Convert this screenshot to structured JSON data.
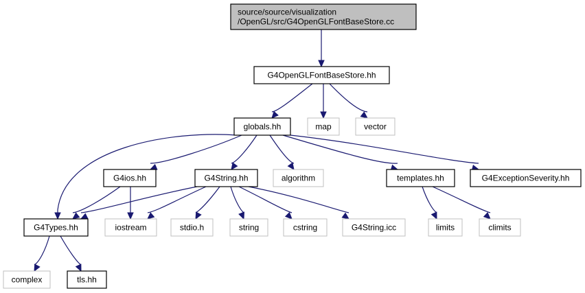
{
  "diagram": {
    "title": "",
    "nodes": [
      {
        "id": "root",
        "label_lines": [
          "source/source/visualization",
          "/OpenGL/src/G4OpenGLFontBaseStore.cc"
        ],
        "kind": "root"
      },
      {
        "id": "fontstore",
        "label_lines": [
          "G4OpenGLFontBaseStore.hh"
        ],
        "kind": "main"
      },
      {
        "id": "globals",
        "label_lines": [
          "globals.hh"
        ],
        "kind": "main"
      },
      {
        "id": "map",
        "label_lines": [
          "map"
        ],
        "kind": "system"
      },
      {
        "id": "vector",
        "label_lines": [
          "vector"
        ],
        "kind": "system"
      },
      {
        "id": "g4ios",
        "label_lines": [
          "G4ios.hh"
        ],
        "kind": "main"
      },
      {
        "id": "g4string",
        "label_lines": [
          "G4String.hh"
        ],
        "kind": "main"
      },
      {
        "id": "algorithm",
        "label_lines": [
          "algorithm"
        ],
        "kind": "system"
      },
      {
        "id": "templates",
        "label_lines": [
          "templates.hh"
        ],
        "kind": "main"
      },
      {
        "id": "g4exception",
        "label_lines": [
          "G4ExceptionSeverity.hh"
        ],
        "kind": "main"
      },
      {
        "id": "g4types",
        "label_lines": [
          "G4Types.hh"
        ],
        "kind": "main"
      },
      {
        "id": "iostream",
        "label_lines": [
          "iostream"
        ],
        "kind": "system"
      },
      {
        "id": "stdio",
        "label_lines": [
          "stdio.h"
        ],
        "kind": "system"
      },
      {
        "id": "string",
        "label_lines": [
          "string"
        ],
        "kind": "system"
      },
      {
        "id": "cstring",
        "label_lines": [
          "cstring"
        ],
        "kind": "system"
      },
      {
        "id": "g4stringicc",
        "label_lines": [
          "G4String.icc"
        ],
        "kind": "system"
      },
      {
        "id": "limits",
        "label_lines": [
          "limits"
        ],
        "kind": "system"
      },
      {
        "id": "climits",
        "label_lines": [
          "climits"
        ],
        "kind": "system"
      },
      {
        "id": "complex",
        "label_lines": [
          "complex"
        ],
        "kind": "system"
      },
      {
        "id": "tls",
        "label_lines": [
          "tls.hh"
        ],
        "kind": "main"
      }
    ],
    "edges": [
      {
        "from": "root",
        "to": "fontstore"
      },
      {
        "from": "fontstore",
        "to": "globals"
      },
      {
        "from": "fontstore",
        "to": "map"
      },
      {
        "from": "fontstore",
        "to": "vector"
      },
      {
        "from": "globals",
        "to": "g4types"
      },
      {
        "from": "globals",
        "to": "g4ios"
      },
      {
        "from": "globals",
        "to": "g4string"
      },
      {
        "from": "globals",
        "to": "algorithm"
      },
      {
        "from": "globals",
        "to": "templates"
      },
      {
        "from": "globals",
        "to": "g4exception"
      },
      {
        "from": "g4ios",
        "to": "g4types"
      },
      {
        "from": "g4ios",
        "to": "iostream"
      },
      {
        "from": "g4string",
        "to": "g4types"
      },
      {
        "from": "g4string",
        "to": "iostream"
      },
      {
        "from": "g4string",
        "to": "stdio"
      },
      {
        "from": "g4string",
        "to": "string"
      },
      {
        "from": "g4string",
        "to": "cstring"
      },
      {
        "from": "g4string",
        "to": "g4stringicc"
      },
      {
        "from": "templates",
        "to": "limits"
      },
      {
        "from": "templates",
        "to": "climits"
      },
      {
        "from": "g4types",
        "to": "complex"
      },
      {
        "from": "g4types",
        "to": "tls"
      }
    ]
  },
  "colors": {
    "edge": "#191970",
    "root_fill": "#bfbfbf",
    "system_border": "#bfbfbf",
    "main_border": "#000000"
  }
}
